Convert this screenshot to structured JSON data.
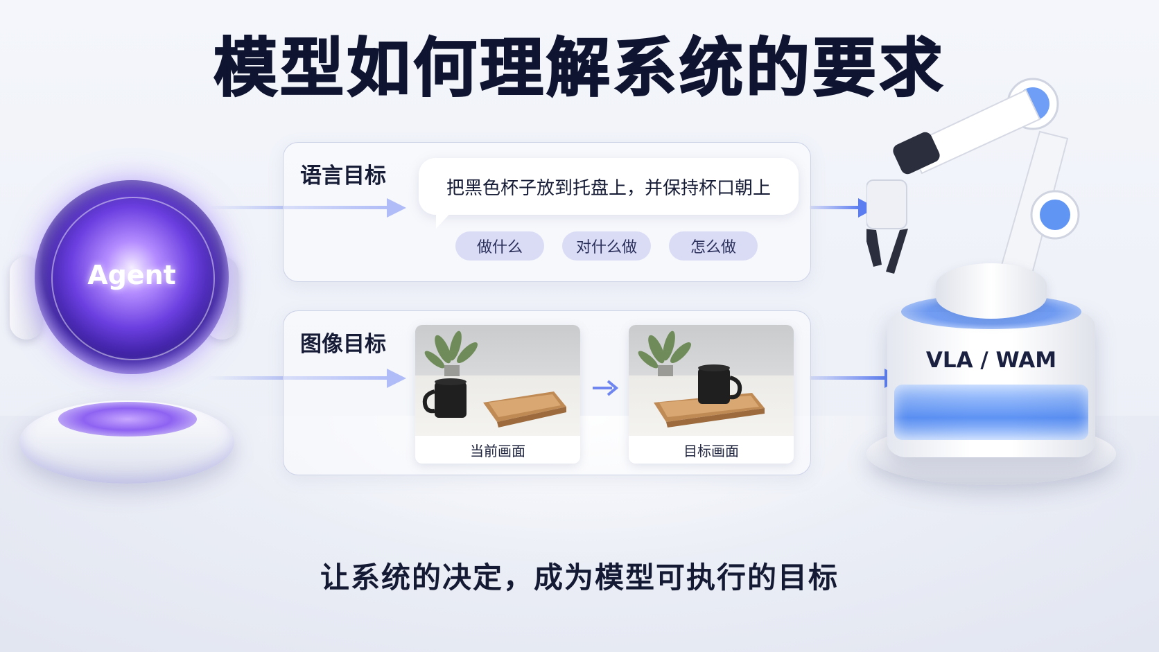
{
  "title": "模型如何理解系统的要求",
  "subtitle": "让系统的决定，成为模型可执行的目标",
  "agent": {
    "label": "Agent"
  },
  "language_goal": {
    "label": "语言目标",
    "instruction": "把黑色杯子放到托盘上，并保持杯口朝上",
    "chips": [
      "做什么",
      "对什么做",
      "怎么做"
    ]
  },
  "image_goal": {
    "label": "图像目标",
    "current_caption": "当前画面",
    "target_caption": "目标画面"
  },
  "robot": {
    "label": "VLA / WAM"
  },
  "colors": {
    "arrow": "#6f86f0",
    "agent_purple": "#6b3fe0",
    "robot_blue": "#2f6fe8",
    "chip_bg": "#d8daf5"
  }
}
